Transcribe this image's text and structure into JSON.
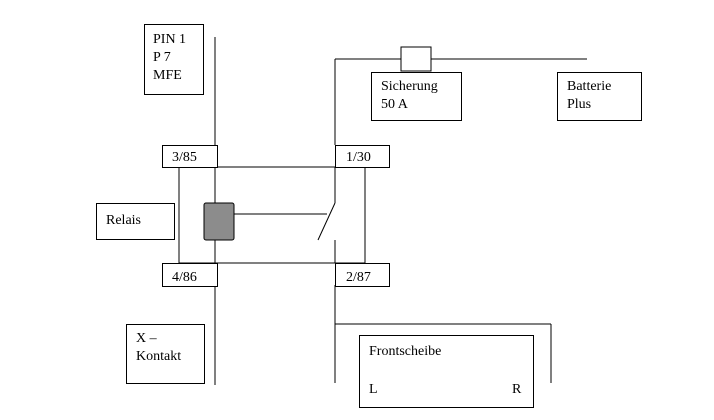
{
  "labels": {
    "pin": [
      "PIN 1",
      "P 7",
      "MFE"
    ],
    "fuse": [
      "Sicherung",
      "50 A"
    ],
    "battery": [
      "Batterie",
      "Plus"
    ],
    "relay": "Relais",
    "terminal_3_85": "3/85",
    "terminal_1_30": "1/30",
    "terminal_4_86": "4/86",
    "terminal_2_87": "2/87",
    "x_contact": [
      "X –",
      "Kontakt"
    ],
    "windshield": "Frontscheibe",
    "windshield_left": "L",
    "windshield_right": "R"
  },
  "colors": {
    "line": "#000000",
    "relay_coil": "#8c8c8c"
  }
}
